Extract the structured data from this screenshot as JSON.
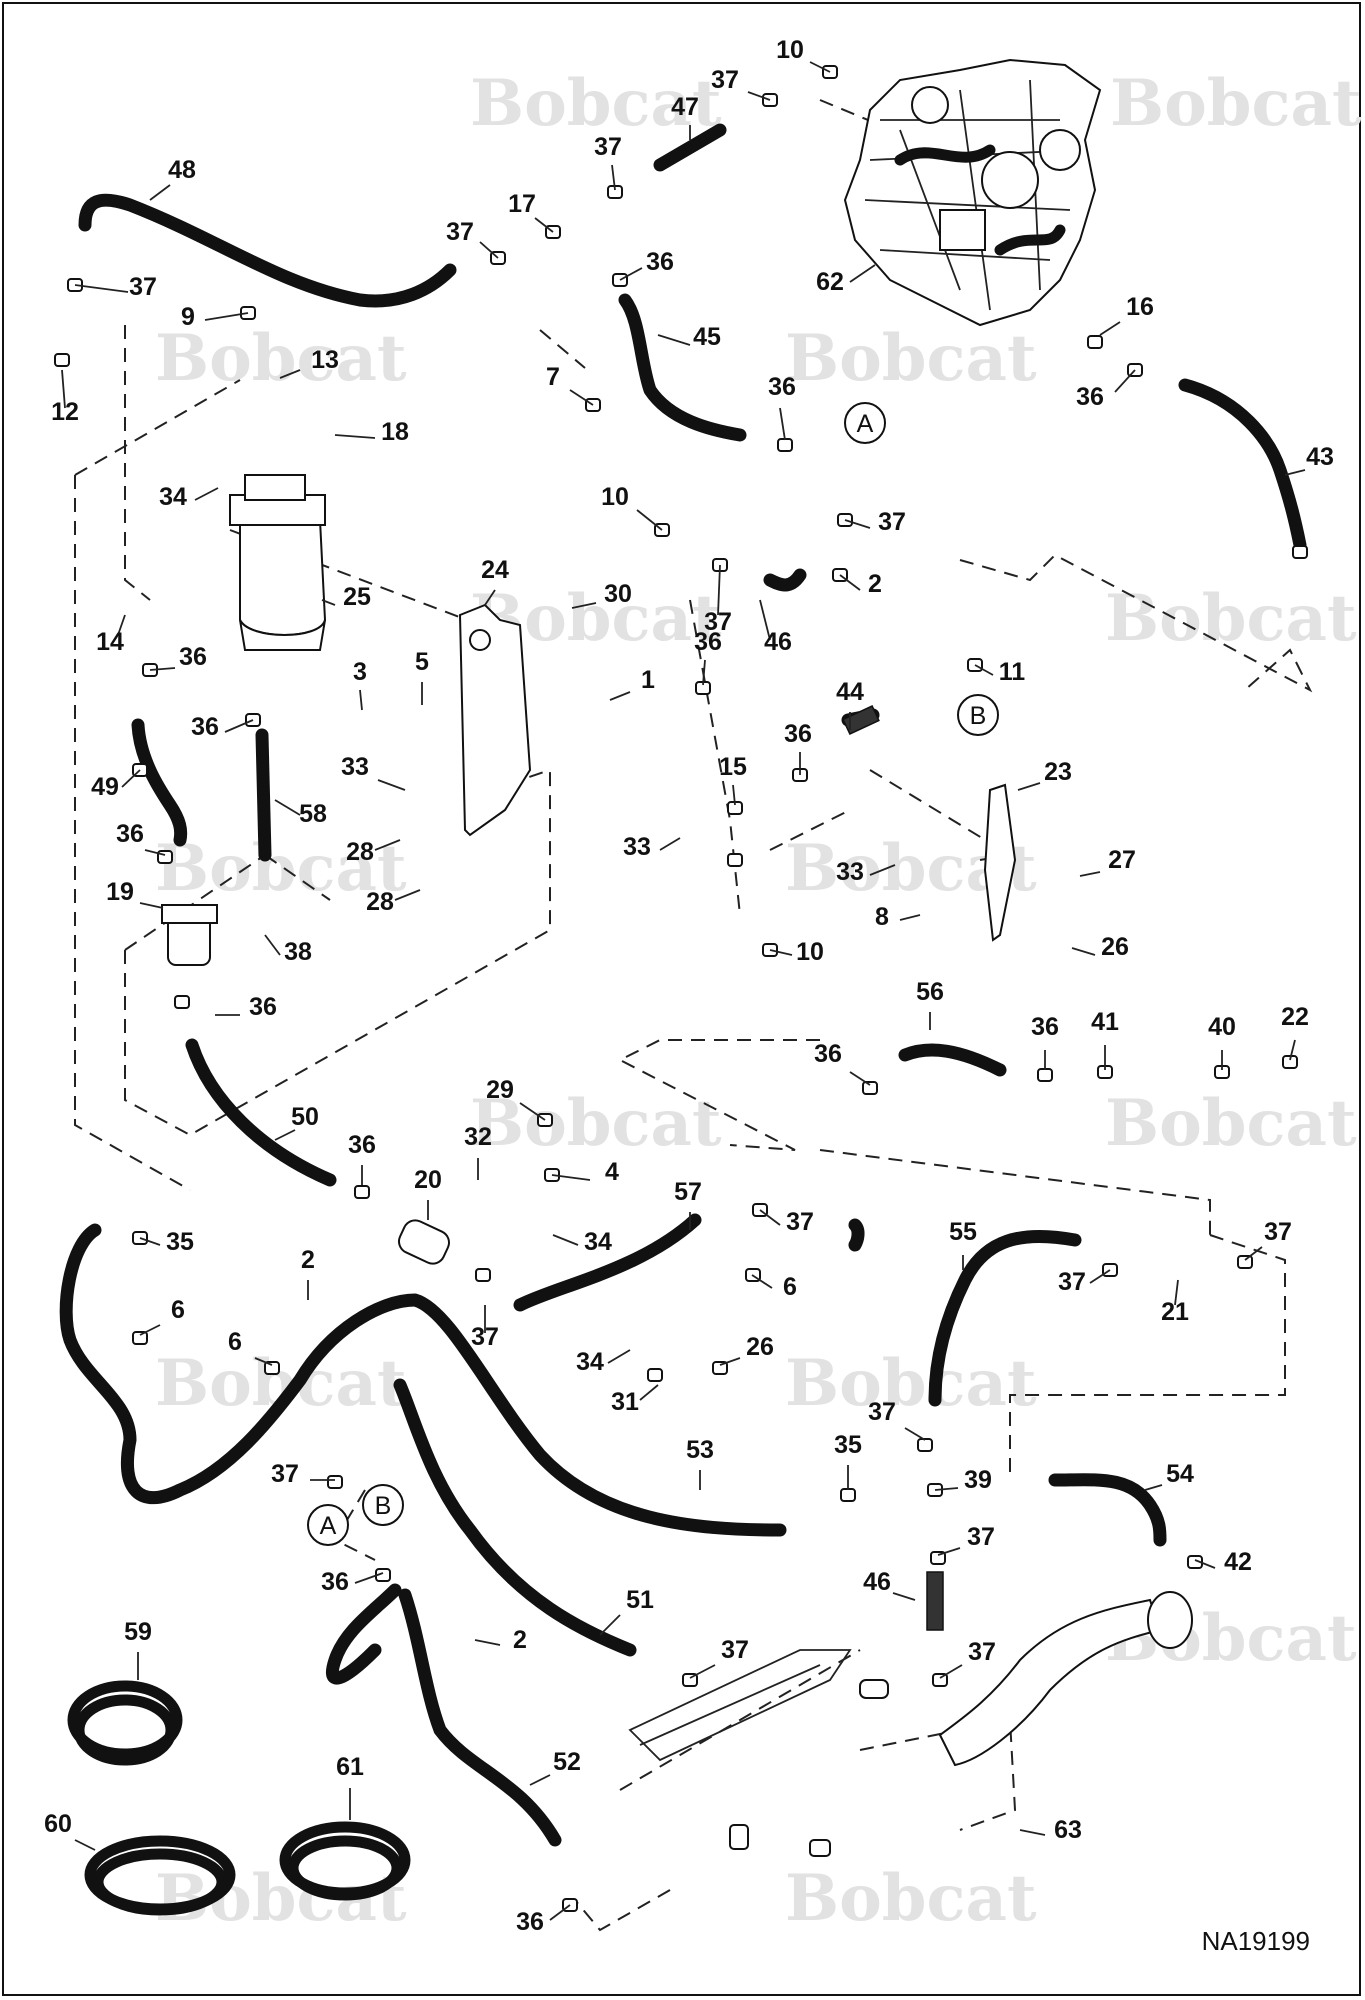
{
  "diagram": {
    "drawing_number": "NA19199",
    "watermark_text": "Bobcat",
    "callouts": [
      "1",
      "2",
      "3",
      "4",
      "5",
      "6",
      "7",
      "8",
      "9",
      "10",
      "11",
      "12",
      "13",
      "14",
      "15",
      "16",
      "17",
      "18",
      "19",
      "20",
      "21",
      "22",
      "23",
      "24",
      "25",
      "26",
      "27",
      "28",
      "29",
      "30",
      "31",
      "32",
      "33",
      "34",
      "35",
      "36",
      "37",
      "38",
      "39",
      "40",
      "41",
      "42",
      "43",
      "44",
      "45",
      "46",
      "47",
      "48",
      "49",
      "50",
      "51",
      "52",
      "53",
      "54",
      "55",
      "56",
      "57",
      "58",
      "59",
      "60",
      "61",
      "62",
      "63"
    ],
    "connectors": {
      "a": "A",
      "b": "B"
    }
  }
}
